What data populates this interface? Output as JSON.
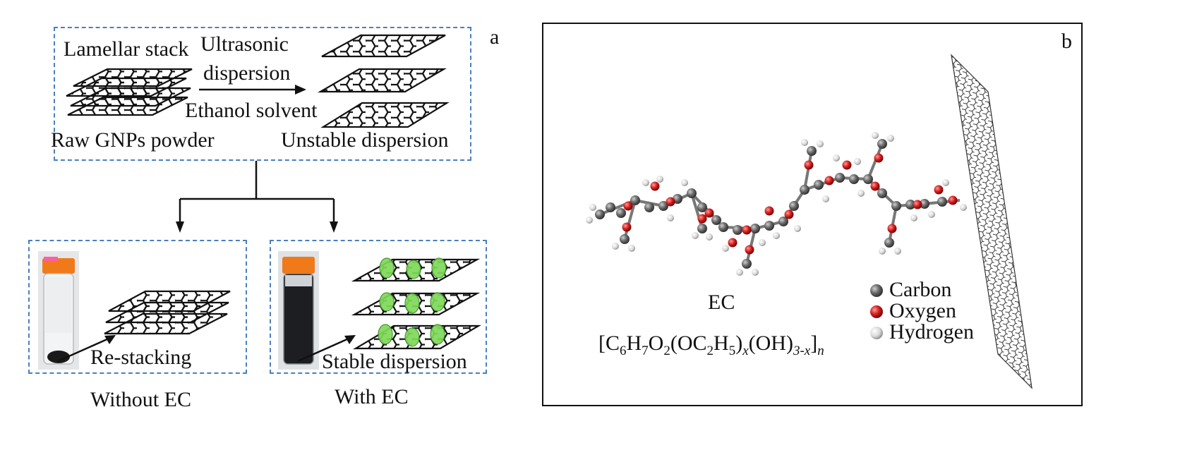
{
  "panel_a": {
    "letter": "a",
    "top": {
      "lamellar": "Lamellar stack",
      "ultra1": "Ultrasonic",
      "ultra2": "dispersion",
      "solvent": "Ethanol solvent",
      "raw": "Raw GNPs powder",
      "unstable": "Unstable dispersion"
    },
    "left_box": {
      "label": "Re-stacking",
      "caption": "Without EC"
    },
    "right_box": {
      "label": "Stable dispersion",
      "caption": "With EC"
    }
  },
  "panel_b": {
    "letter": "b",
    "ec_label": "EC",
    "formula": {
      "a": "[C",
      "s1": "6",
      "b": "H",
      "s2": "7",
      "c": "O",
      "s3": "2",
      "d": "(OC",
      "s4": "2",
      "e": "H",
      "s5": "5",
      "f": ")",
      "s6": "x",
      "g": "(OH)",
      "s7": "3-x",
      "h": "]",
      "s8": "n"
    },
    "legend": [
      {
        "label": "Carbon",
        "color": "#5a5a5a"
      },
      {
        "label": "Oxygen",
        "color": "#d42020"
      },
      {
        "label": "Hydrogen",
        "color": "#d8d8d8"
      }
    ]
  }
}
